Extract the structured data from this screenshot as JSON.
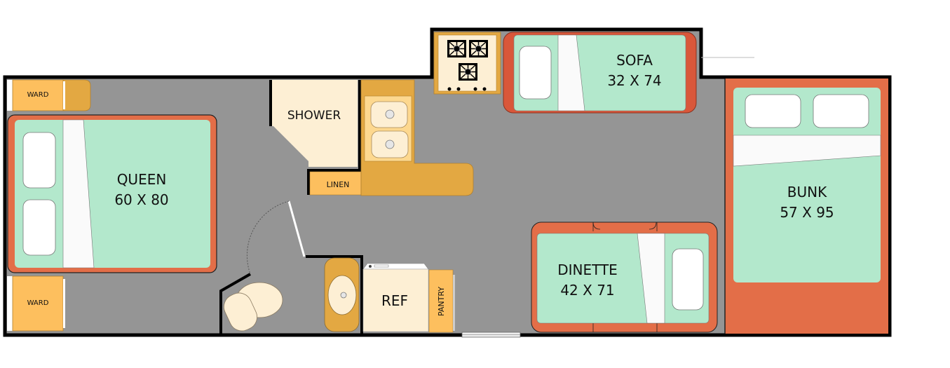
{
  "floorplan": {
    "rooms": {
      "queen": {
        "name": "QUEEN",
        "size": "60 X 80"
      },
      "sofa": {
        "name": "SOFA",
        "size": "32 X 74"
      },
      "bunk": {
        "name": "BUNK",
        "size": "57 X 95"
      },
      "dinette": {
        "name": "DINETTE",
        "size": "42 X 71"
      }
    },
    "fixtures": {
      "ward_top": "WARD",
      "ward_bottom": "WARD",
      "shower": "SHOWER",
      "linen": "LINEN",
      "ref": "REF",
      "pantry": "PANTRY"
    },
    "colors": {
      "floor": "#959595",
      "wall": "#000000",
      "bed_frame": "#e36e48",
      "mattress": "#b3e8cc",
      "cabinet": "#e3a842",
      "cabinet_light": "#fdbf5e",
      "fixture_cream": "#fdefd4"
    }
  }
}
